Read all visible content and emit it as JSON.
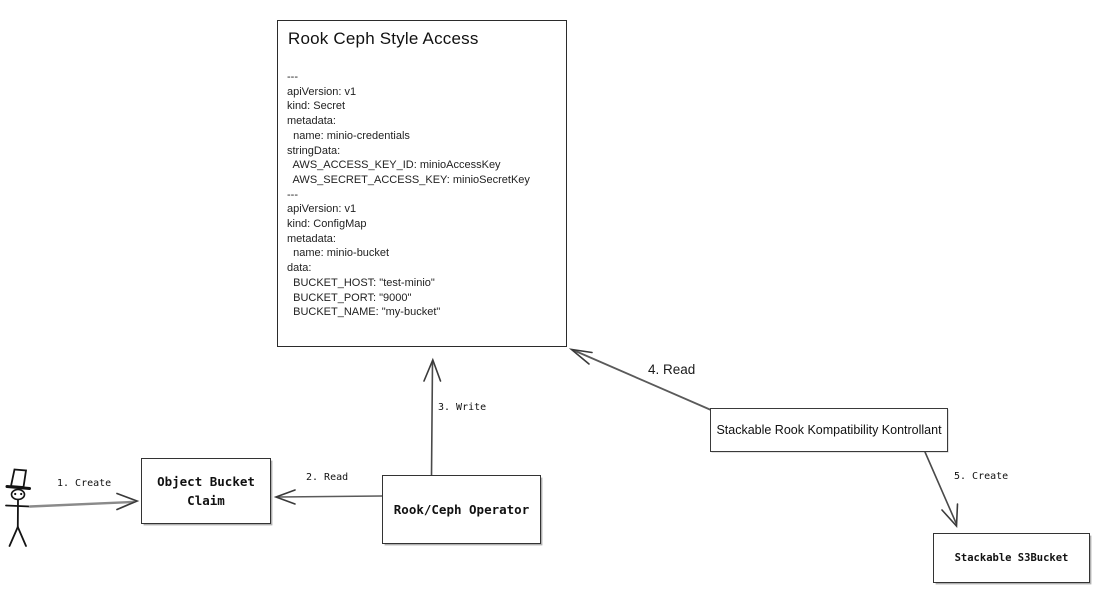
{
  "diagram": {
    "yaml_box": {
      "title": "Rook Ceph Style Access",
      "lines": [
        "---",
        "apiVersion: v1",
        "kind: Secret",
        "metadata:",
        "  name: minio-credentials",
        "stringData:",
        "  AWS_ACCESS_KEY_ID: minioAccessKey",
        "  AWS_SECRET_ACCESS_KEY: minioSecretKey",
        "---",
        "apiVersion: v1",
        "kind: ConfigMap",
        "metadata:",
        "  name: minio-bucket",
        "data:",
        "  BUCKET_HOST: \"test-minio\"",
        "  BUCKET_PORT: \"9000\"",
        "  BUCKET_NAME: \"my-bucket\""
      ]
    },
    "nodes": {
      "object_bucket_claim": {
        "label": "Object Bucket Claim"
      },
      "rook_ceph_operator": {
        "label": "Rook/Ceph Operator"
      },
      "kontrollant": {
        "label": "Stackable Rook Kompatibility Kontrollant"
      },
      "s3bucket": {
        "label": "Stackable S3Bucket"
      }
    },
    "edges": [
      {
        "id": "1",
        "label": "1. Create",
        "from": "user",
        "to": "object_bucket_claim"
      },
      {
        "id": "2",
        "label": "2. Read",
        "from": "rook_ceph_operator",
        "to": "object_bucket_claim"
      },
      {
        "id": "3",
        "label": "3. Write",
        "from": "rook_ceph_operator",
        "to": "yaml_box"
      },
      {
        "id": "4",
        "label": "4. Read",
        "from": "kontrollant",
        "to": "yaml_box"
      },
      {
        "id": "5",
        "label": "5. Create",
        "from": "kontrollant",
        "to": "s3bucket"
      }
    ],
    "actor": {
      "name": "user-stick-figure"
    },
    "colors": {
      "background": "#ffffff",
      "line": "#4a4a4a",
      "border": "#2b2b2b",
      "text": "#1a1a1a"
    }
  }
}
